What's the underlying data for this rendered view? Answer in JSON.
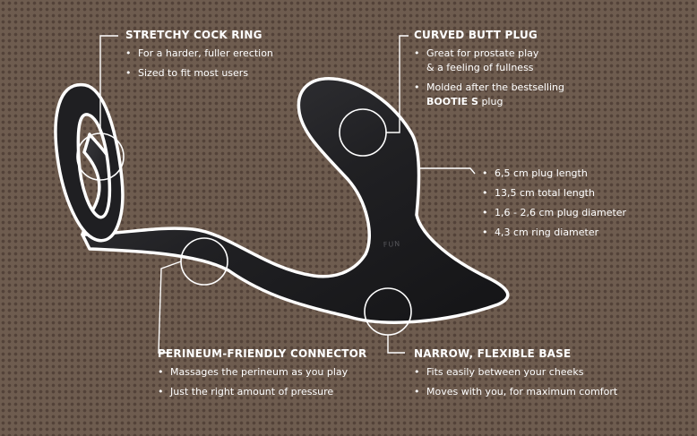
{
  "sections": {
    "ring": {
      "title": "STRETCHY COCK RING",
      "bullets": [
        "For a harder, fuller erection",
        "Sized to fit most users"
      ]
    },
    "plug": {
      "title": "CURVED BUTT PLUG",
      "bullets": [
        "Great for prostate play",
        "& a feeling of fullness",
        "Molded after the bestselling"
      ],
      "bullet_last_bold": "BOOTIE S",
      "bullet_last_suffix": " plug"
    },
    "specs": {
      "items": [
        "6,5 cm plug length",
        "13,5 cm total length",
        "1,6 - 2,6 cm plug diameter",
        "4,3 cm ring diameter"
      ]
    },
    "connector": {
      "title": "PERINEUM-FRIENDLY CONNECTOR",
      "bullets": [
        "Massages the perineum as you play",
        "Just the right amount of pressure"
      ]
    },
    "base": {
      "title": "NARROW, FLEXIBLE BASE",
      "bullets": [
        "Fits easily between your cheeks",
        "Moves with you, for maximum comfort"
      ]
    }
  },
  "logo": {
    "text": "FUN"
  },
  "colors": {
    "background": "#6e5c4f",
    "dots": "#3c2e26",
    "product": "#1f1f22",
    "outline": "#ffffff",
    "text": "#ffffff"
  }
}
